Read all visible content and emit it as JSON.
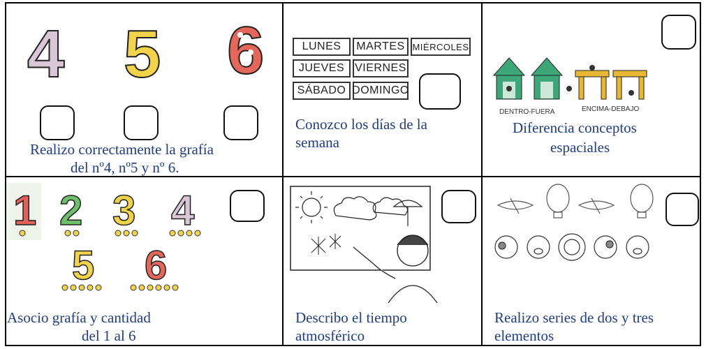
{
  "cells": {
    "numbers_grafia": {
      "caption_line1": "Realizo correctamente la grafía",
      "caption_line2": "del nº4, nº5 y nº 6.",
      "digits": [
        "4",
        "5",
        "6"
      ]
    },
    "dias_semana": {
      "caption_line1": "Conozco los días de la",
      "caption_line2": "semana",
      "days": [
        "LUNES",
        "MARTES",
        "MIÉRCOLES",
        "JUEVES",
        "VIERNES",
        "SÁBADO",
        "DOMINGO"
      ]
    },
    "conceptos_espaciales": {
      "caption_line1": "Diferencia conceptos",
      "caption_line2": "espaciales",
      "label_left": "DENTRO-FUERA",
      "label_right": "ENCIMA-DEBAJO"
    },
    "grafia_cantidad": {
      "caption_line1": "Asocio grafía y cantidad",
      "caption_line2": "del 1 al 6",
      "digits": [
        "1",
        "2",
        "3",
        "4",
        "5",
        "6"
      ]
    },
    "tiempo": {
      "caption_line1": "Describo el tiempo",
      "caption_line2": "atmosférico"
    },
    "series": {
      "caption_line1": "Realizo series de dos y tres",
      "caption_line2": "elementos"
    }
  },
  "colors": {
    "caption": "#1f3c88",
    "digit4": "#d9c6d6",
    "digit5": "#f2d34a",
    "digit6": "#e5675a",
    "digit1": "#e0605a",
    "digit2": "#6cc06a",
    "digit3": "#f0d34a",
    "house": "#3ea77a",
    "table": "#e8b833"
  }
}
